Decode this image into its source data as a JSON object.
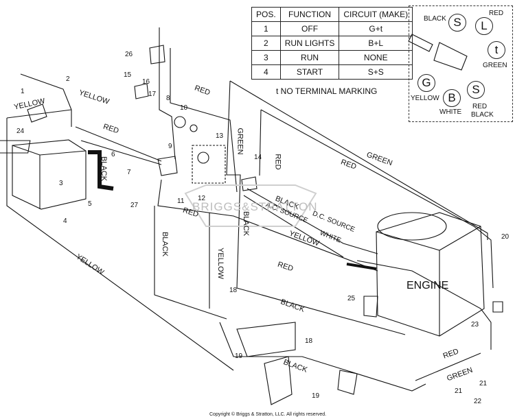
{
  "table": {
    "headers": [
      "POS.",
      "FUNCTION",
      "CIRCUIT  (MAKE)"
    ],
    "rows": [
      {
        "pos": "1",
        "function": "OFF",
        "circuit": "G+t"
      },
      {
        "pos": "2",
        "function": "RUN LIGHTS",
        "circuit": "B+L"
      },
      {
        "pos": "3",
        "function": "RUN",
        "circuit": "NONE"
      },
      {
        "pos": "4",
        "function": "START",
        "circuit": "S+S"
      }
    ],
    "note": "t NO TERMINAL MARKING"
  },
  "key_switch": {
    "terminals": {
      "s_top": "S",
      "l": "L",
      "t": "t",
      "g": "G",
      "b": "B",
      "s_bottom": "S"
    },
    "labels": {
      "black": "BLACK",
      "red": "RED",
      "green": "GREEN",
      "yellow": "YELLOW",
      "white": "WHITE",
      "red_black_1": "RED",
      "red_black_2": "BLACK"
    }
  },
  "wire_labels": {
    "yellow_top1": "YELLOW",
    "yellow_top2": "YELLOW",
    "yellow_left": "YELLOW",
    "yellow_mid": "YELLOW",
    "yellow_eng": "YELLOW",
    "red_mid": "RED",
    "red_top": "RED",
    "red_right": "RED",
    "red_right2": "RED",
    "red_low": "RED",
    "red_low2": "RED",
    "red_bottom": "RED",
    "green_vert": "GREEN",
    "green_right": "GREEN",
    "green_bottom": "GREEN",
    "black_batt": "BLACK",
    "black_left": "BLACK",
    "black_mid": "BLACK",
    "black_eng": "BLACK",
    "black_low": "BLACK",
    "black_bottom": "BLACK",
    "ac_source": "A.C. SOURCE",
    "dc_source": "D.C. SOURCE",
    "white": "WHITE"
  },
  "engine_label": "ENGINE",
  "watermark": "BRIGGS&STRATTON",
  "copyright": "Copyright © Briggs & Stratton, LLC. All rights reserved.",
  "part_numbers": [
    "1",
    "2",
    "3",
    "4",
    "5",
    "6",
    "7",
    "8",
    "9",
    "10",
    "11",
    "12",
    "13",
    "14",
    "15",
    "16",
    "17",
    "18",
    "18",
    "19",
    "19",
    "20",
    "21",
    "21",
    "22",
    "23",
    "24",
    "25",
    "26",
    "27"
  ]
}
